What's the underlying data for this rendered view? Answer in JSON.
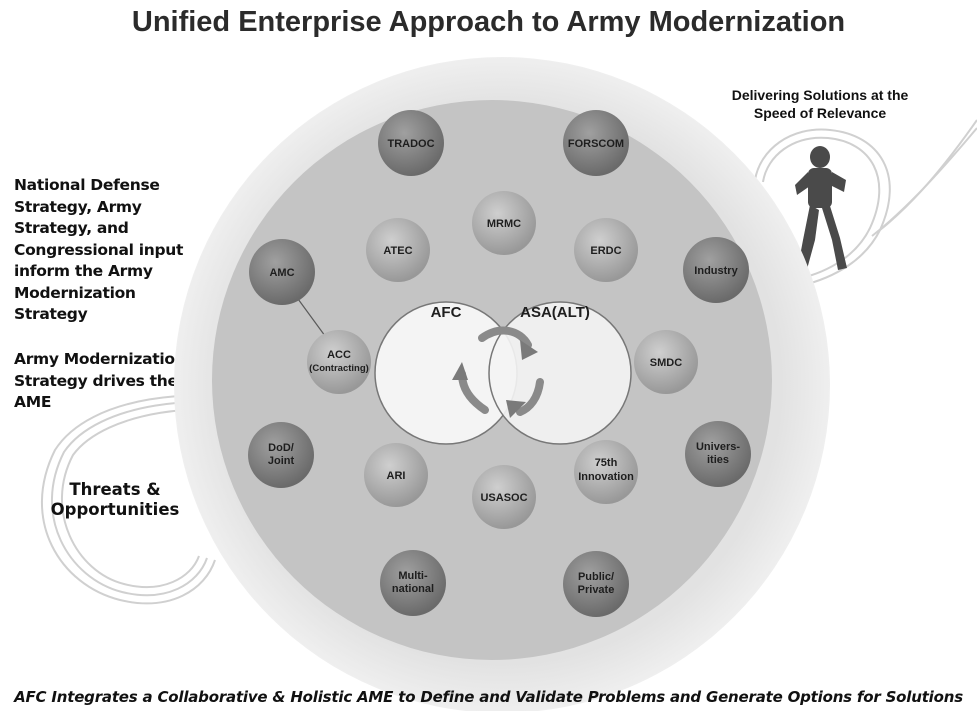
{
  "title": "Unified Enterprise Approach to Army Modernization",
  "left_text": {
    "paragraph1": [
      "National Defense",
      "Strategy, Army",
      "Strategy, and",
      "Congressional input",
      "inform the Army",
      "Modernization",
      "Strategy"
    ],
    "paragraph2": [
      "Army Modernization",
      "Strategy drives the",
      "AME"
    ]
  },
  "threats_label": [
    "Threats &",
    "Opportunities"
  ],
  "delivering_label": [
    "Delivering Solutions at the",
    "Speed of Relevance"
  ],
  "center": {
    "left_label": "AFC",
    "right_label": "ASA(ALT)"
  },
  "outer_nodes": {
    "tradoc": [
      "TRADOC"
    ],
    "forscom": [
      "FORSCOM"
    ],
    "amc": [
      "AMC"
    ],
    "industry": [
      "Industry"
    ],
    "dod_joint": [
      "DoD/",
      "Joint"
    ],
    "universities": [
      "Univers-",
      "ities"
    ],
    "multinational": [
      "Multi-",
      "national"
    ],
    "public_private": [
      "Public/",
      "Private"
    ]
  },
  "inner_nodes": {
    "mrmc": [
      "MRMC"
    ],
    "atec": [
      "ATEC"
    ],
    "erdc": [
      "ERDC"
    ],
    "acc": [
      "ACC",
      "(Contracting)"
    ],
    "smdc": [
      "SMDC"
    ],
    "ari": [
      "ARI"
    ],
    "usasoc": [
      "USASOC"
    ],
    "innovation": [
      "75th",
      "Innovation"
    ]
  },
  "footer": "AFC Integrates a Collaborative & Holistic AME to Define and Validate Problems and Generate Options for Solutions",
  "colors": {
    "outer_node": "#7c7c7c",
    "inner_node": "#a9a9a9",
    "ring": "#e3e3e3",
    "disc": "#c2c2c2",
    "arrow": "#8a8a8a"
  }
}
